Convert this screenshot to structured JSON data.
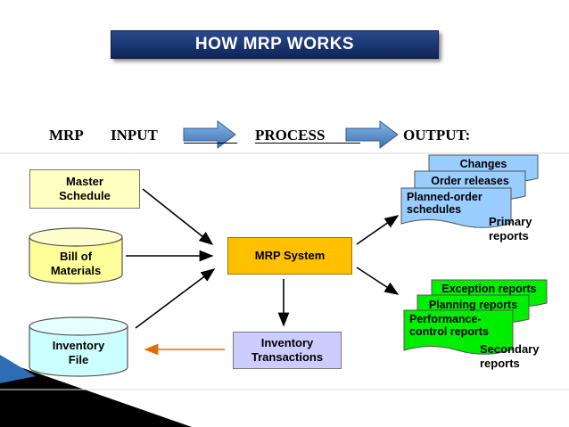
{
  "title": "HOW MRP WORKS",
  "header_row": {
    "mrp": "MRP",
    "input": "INPUT",
    "process": "PROCESS",
    "output": "OUTPUT:"
  },
  "inputs": {
    "master_schedule": [
      "Master",
      "Schedule"
    ],
    "bill_of_materials": [
      "Bill of",
      "Materials"
    ],
    "inventory_file": [
      "Inventory",
      "File"
    ]
  },
  "process": {
    "mrp_system": "MRP System",
    "inventory_transactions": [
      "Inventory",
      "Transactions"
    ]
  },
  "primary_reports": {
    "items": [
      "Changes",
      "Order releases",
      "Planned-order schedules"
    ],
    "caption": [
      "Primary",
      "reports"
    ]
  },
  "secondary_reports": {
    "items": [
      "Exception reports",
      "Planning reports",
      "Performance-control reports"
    ],
    "caption": [
      "Secondary",
      "reports"
    ]
  },
  "colors": {
    "title_bg": "#1f3c7a",
    "master_schedule_fill": "#ffffc0",
    "bill_of_materials_fill": "#ffff99",
    "inventory_file_fill": "#ccffff",
    "mrp_system_fill": "#ffc000",
    "inventory_transactions_fill": "#ccccff",
    "primary_reports_fill": "#99ccff",
    "secondary_reports_fill": "#00ee00",
    "feedback_arrow": "#e46c0a",
    "flow_arrow": "#4a86c6"
  }
}
